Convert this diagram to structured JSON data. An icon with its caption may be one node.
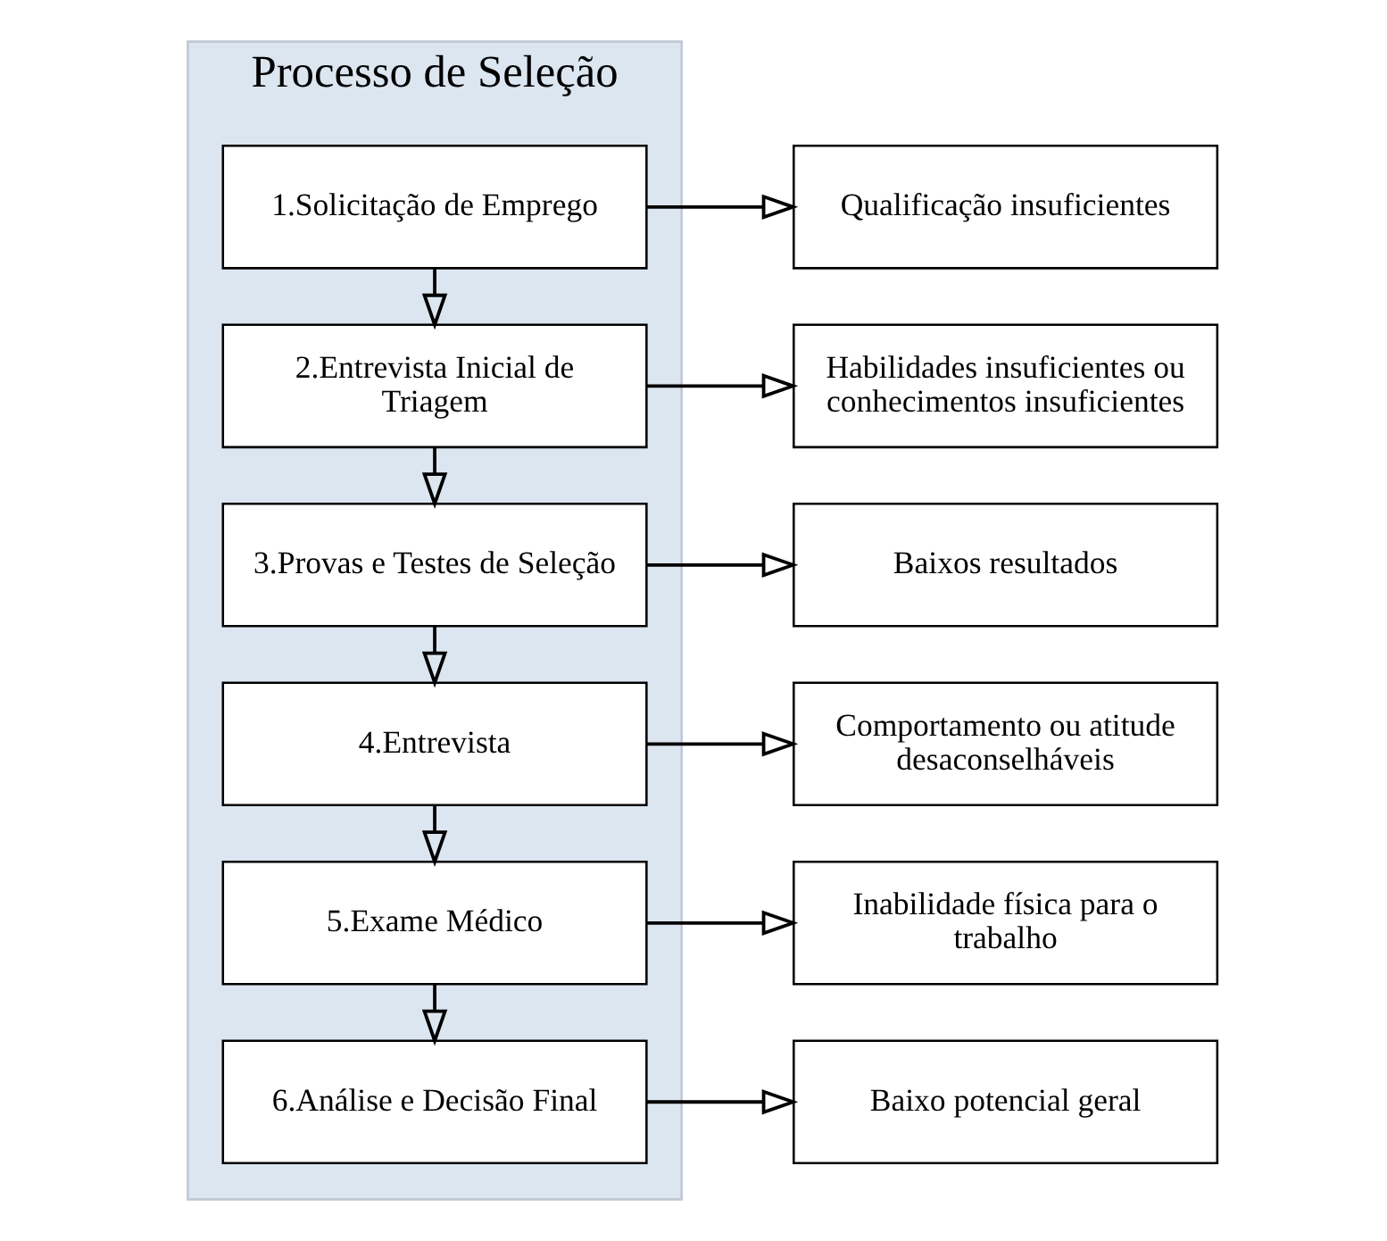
{
  "diagram": {
    "nodes": [
      {
        "text": [
          "Processo de Seleção"
        ]
      },
      {
        "text": [
          "1.Solicitação de Emprego"
        ],
        "in": 0
      },
      {
        "text": [
          "2.Entrevista Inicial de Triagem"
        ],
        "in": 0
      },
      {
        "text": [
          "3.Provas e Testes de Seleção"
        ],
        "in": 0
      },
      {
        "text": [
          "4.Entrevista"
        ],
        "in": 0
      },
      {
        "text": [
          "5.Exame Médico"
        ],
        "in": 0
      },
      {
        "text": [
          "6.Análise e Decisão Final"
        ],
        "in": 0
      },
      {
        "text": [
          "Qualificação insuficientes"
        ]
      },
      {
        "text": [
          "Habilidades insuficientes ou conhecimentos insuficientes"
        ]
      },
      {
        "text": [
          "Baixos resultados"
        ]
      },
      {
        "text": [
          "Comportamento ou atitude desaconselháveis"
        ]
      },
      {
        "text": [
          "Inabilidade física para o trabalho"
        ]
      },
      {
        "text": [
          "Baixo potencial geral"
        ]
      }
    ],
    "edges": [
      {
        "from": 1,
        "to": 2,
        "arrow": "to"
      },
      {
        "from": 2,
        "to": 3,
        "arrow": "to"
      },
      {
        "from": 3,
        "to": 4,
        "arrow": "to"
      },
      {
        "from": 4,
        "to": 5,
        "arrow": "to"
      },
      {
        "from": 5,
        "to": 6,
        "arrow": "to"
      },
      {
        "from": 1,
        "to": 7,
        "arrow": "to"
      },
      {
        "from": 2,
        "to": 8,
        "arrow": "to"
      },
      {
        "from": 3,
        "to": 9,
        "arrow": "to"
      },
      {
        "from": 4,
        "to": 10,
        "arrow": "to"
      },
      {
        "from": 5,
        "to": 11,
        "arrow": "to"
      },
      {
        "from": 6,
        "to": 12,
        "arrow": "to"
      }
    ]
  }
}
